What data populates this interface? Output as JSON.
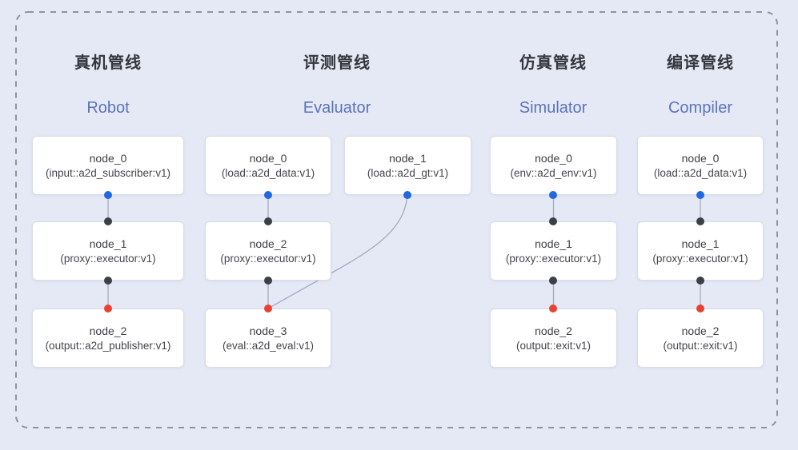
{
  "figure": {
    "background_color": "#e5e9f6",
    "dashed_border_color": "#8e939d",
    "edge_color": "#a3aaba",
    "port_colors": {
      "blue": "#2069e0",
      "black": "#3c4046",
      "red": "#e94235"
    },
    "title_zh_color": "#33363c",
    "title_en_color": "#5b74ba"
  },
  "pipelines": [
    {
      "id": "robot",
      "title_zh": "真机管线",
      "title_en": "Robot",
      "nodes": [
        {
          "name": "node_0",
          "type": "(input::a2d_subscriber:v1)"
        },
        {
          "name": "node_1",
          "type": "(proxy::executor:v1)"
        },
        {
          "name": "node_2",
          "type": "(output::a2d_publisher:v1)"
        }
      ]
    },
    {
      "id": "evaluator",
      "title_zh": "评测管线",
      "title_en": "Evaluator",
      "nodes": [
        {
          "name": "node_0",
          "type": "(load::a2d_data:v1)"
        },
        {
          "name": "node_1",
          "type": "(load::a2d_gt:v1)"
        },
        {
          "name": "node_2",
          "type": "(proxy::executor:v1)"
        },
        {
          "name": "node_3",
          "type": "(eval::a2d_eval:v1)"
        }
      ]
    },
    {
      "id": "simulator",
      "title_zh": "仿真管线",
      "title_en": "Simulator",
      "nodes": [
        {
          "name": "node_0",
          "type": "(env::a2d_env:v1)"
        },
        {
          "name": "node_1",
          "type": "(proxy::executor:v1)"
        },
        {
          "name": "node_2",
          "type": "(output::exit:v1)"
        }
      ]
    },
    {
      "id": "compiler",
      "title_zh": "编译管线",
      "title_en": "Compiler",
      "nodes": [
        {
          "name": "node_0",
          "type": "(load::a2d_data:v1)"
        },
        {
          "name": "node_1",
          "type": "(proxy::executor:v1)"
        },
        {
          "name": "node_2",
          "type": "(output::exit:v1)"
        }
      ]
    }
  ]
}
